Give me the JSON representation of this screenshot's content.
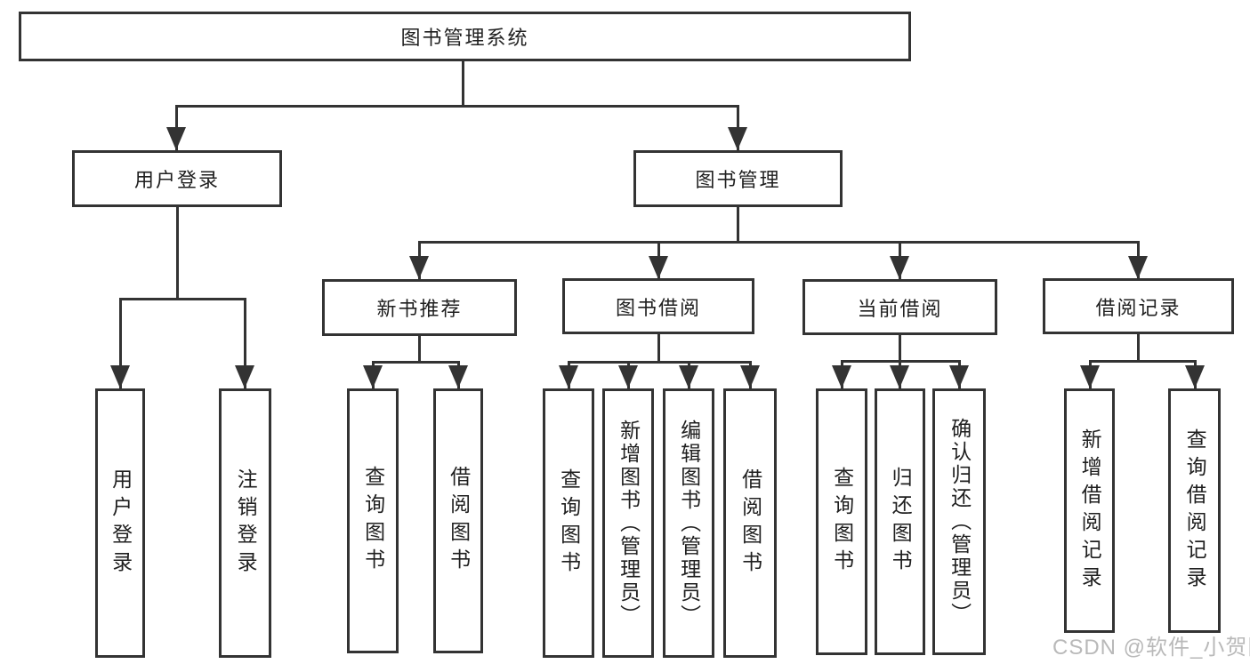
{
  "diagram_title": "图书管理系统",
  "watermark": "CSDN @软件_小贺同学",
  "colors": {
    "line": "#333333",
    "text": "#1f1f1f",
    "background": "#ffffff",
    "watermark": "#b9b9b9"
  },
  "nodes": {
    "root": {
      "label": "图书管理系统"
    },
    "user_login": {
      "label": "用户登录"
    },
    "book_mgmt": {
      "label": "图书管理"
    },
    "new_book_rec": {
      "label": "新书推荐"
    },
    "book_borrow": {
      "label": "图书借阅"
    },
    "current_borrow": {
      "label": "当前借阅"
    },
    "borrow_records": {
      "label": "借阅记录"
    },
    "leaf_user_login": {
      "label": "用户登录"
    },
    "leaf_logout": {
      "label": "注销登录"
    },
    "leaf_query_book_rec": {
      "label": "查询图书"
    },
    "leaf_borrow_book_rec": {
      "label": "借阅图书"
    },
    "leaf_query_book_borrow": {
      "label": "查询图书"
    },
    "leaf_add_book_admin": {
      "label": "新增图书（管理员）"
    },
    "leaf_edit_book_admin": {
      "label": "编辑图书（管理员）"
    },
    "leaf_borrow_book_borrow": {
      "label": "借阅图书"
    },
    "leaf_query_book_current": {
      "label": "查询图书"
    },
    "leaf_return_book": {
      "label": "归还图书"
    },
    "leaf_confirm_return_admin": {
      "label": "确认归还（管理员）"
    },
    "leaf_add_borrow_record": {
      "label": "新增借阅记录"
    },
    "leaf_query_borrow_record": {
      "label": "查询借阅记录"
    }
  },
  "hierarchy": {
    "图书管理系统": {
      "用户登录": [
        "用户登录",
        "注销登录"
      ],
      "图书管理": {
        "新书推荐": [
          "查询图书",
          "借阅图书"
        ],
        "图书借阅": [
          "查询图书",
          "新增图书（管理员）",
          "编辑图书（管理员）",
          "借阅图书"
        ],
        "当前借阅": [
          "查询图书",
          "归还图书",
          "确认归还（管理员）"
        ],
        "借阅记录": [
          "新增借阅记录",
          "查询借阅记录"
        ]
      }
    }
  }
}
